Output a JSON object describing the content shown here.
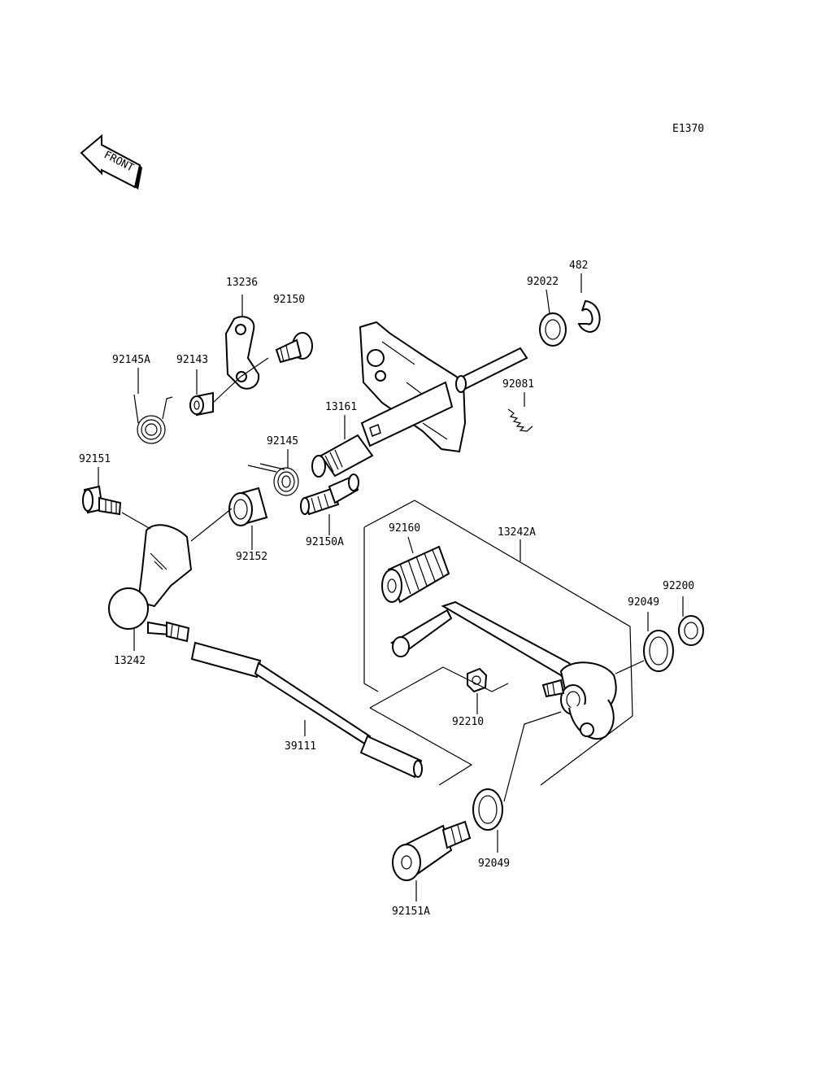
{
  "diagram_code": "E1370",
  "front_label": "FRONT",
  "part_numbers": {
    "p13236": "13236",
    "p92150": "92150",
    "p92145A": "92145A",
    "p92143": "92143",
    "p13161": "13161",
    "p92145": "92145",
    "p92151": "92151",
    "p92152": "92152",
    "p92150A": "92150A",
    "p13242": "13242",
    "p92022": "92022",
    "p482": "482",
    "p92081": "92081",
    "p92160": "92160",
    "p13242A": "13242A",
    "p92200": "92200",
    "p92049a": "92049",
    "p92210": "92210",
    "p39111": "39111",
    "p92049b": "92049",
    "p92151A": "92151A"
  }
}
